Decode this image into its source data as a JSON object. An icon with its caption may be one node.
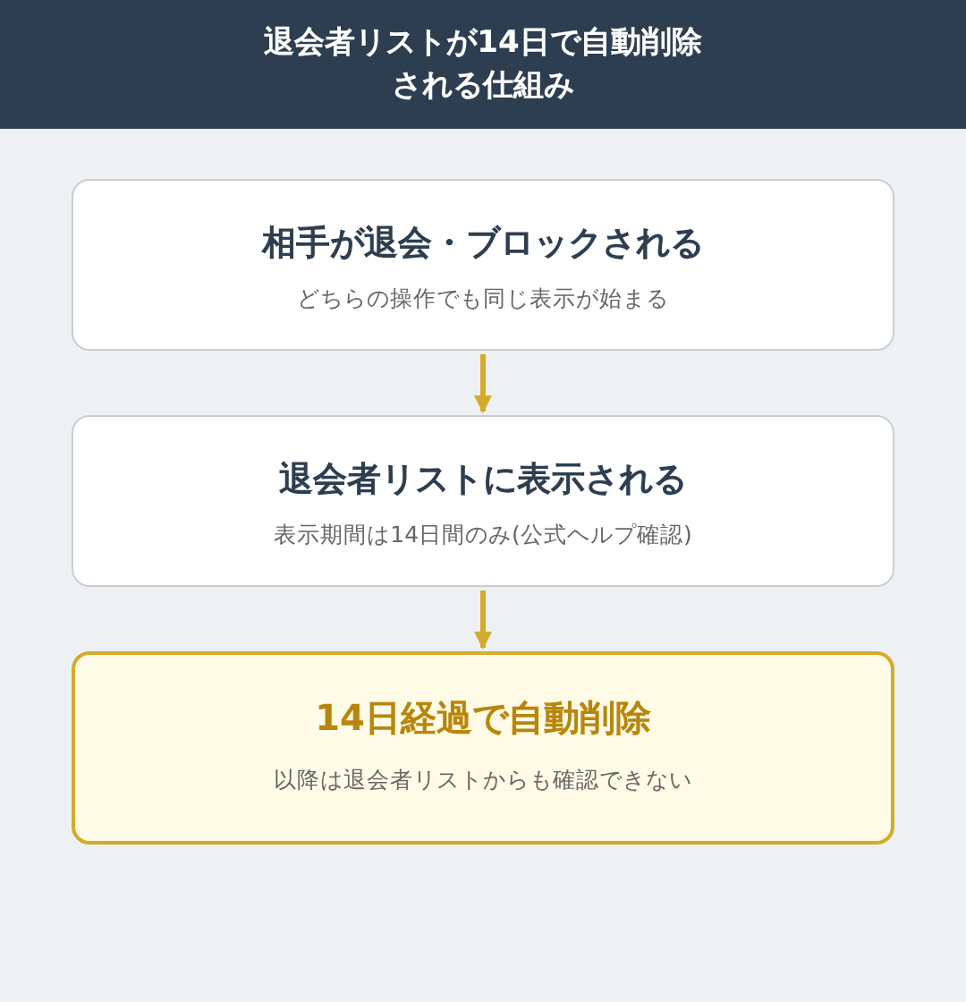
{
  "diagram": {
    "title": "退会者リストが14日で自動削除される仕組み",
    "nodes": [
      {
        "text": [
          "相手が退会・ブロックされる",
          "どちらの操作でも同じ表示が始まる"
        ]
      },
      {
        "text": [
          "退会者リストに表示される",
          "表示期間は14日間のみ(公式ヘルプ確認)"
        ]
      },
      {
        "text": [
          "14日経過で自動削除",
          "以降は退会者リストからも確認できない"
        ]
      }
    ],
    "edges": [
      {
        "from": 0,
        "to": 1,
        "arrow": "to"
      },
      {
        "from": 1,
        "to": 2,
        "arrow": "to"
      }
    ]
  }
}
